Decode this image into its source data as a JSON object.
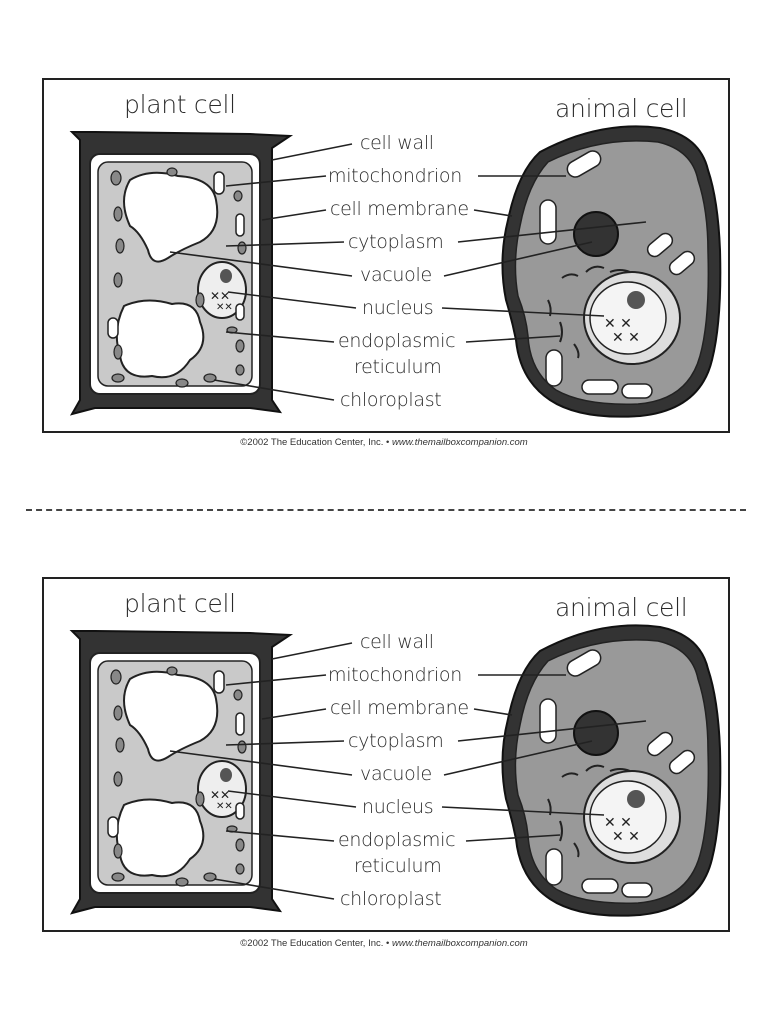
{
  "cards": [
    {
      "plant_title": "plant cell",
      "animal_title": "animal cell",
      "labels": {
        "cell_wall": "cell wall",
        "mitochondrion": "mitochondrion",
        "cell_membrane": "cell membrane",
        "cytoplasm": "cytoplasm",
        "vacuole": "vacuole",
        "nucleus": "nucleus",
        "endoplasmic_line1": "endoplasmic",
        "endoplasmic_line2": "reticulum",
        "chloroplast": "chloroplast"
      },
      "credit": "©2002 The Education Center, Inc. • ",
      "credit_url": "www.themailboxcompanion.com"
    },
    {
      "plant_title": "plant cell",
      "animal_title": "animal cell",
      "labels": {
        "cell_wall": "cell wall",
        "mitochondrion": "mitochondrion",
        "cell_membrane": "cell membrane",
        "cytoplasm": "cytoplasm",
        "vacuole": "vacuole",
        "nucleus": "nucleus",
        "endoplasmic_line1": "endoplasmic",
        "endoplasmic_line2": "reticulum",
        "chloroplast": "chloroplast"
      },
      "credit": "©2002 The Education Center, Inc. • ",
      "credit_url": "www.themailboxcompanion.com"
    }
  ]
}
